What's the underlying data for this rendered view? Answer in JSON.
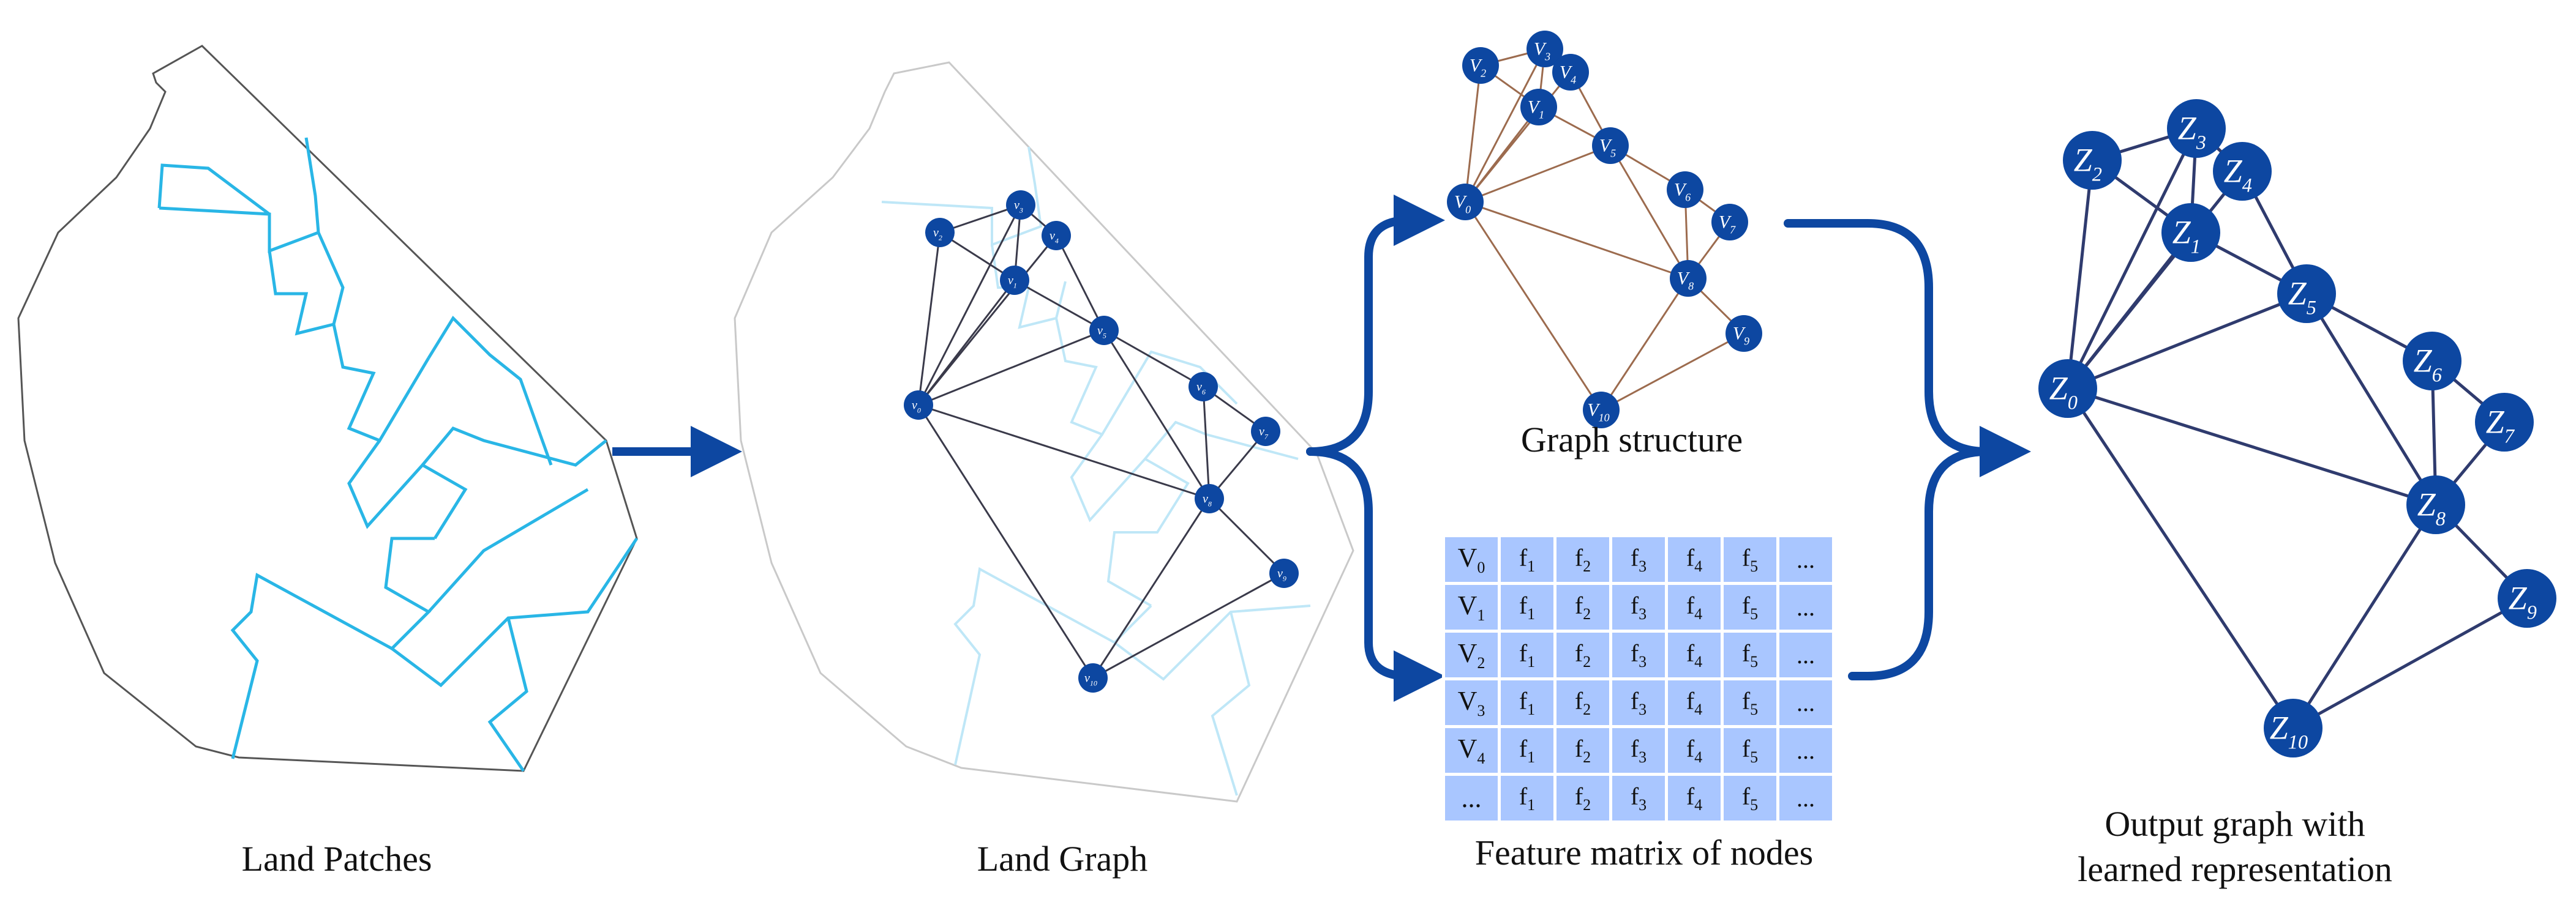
{
  "captions": {
    "land_patches": "Land Patches",
    "land_graph": "Land Graph",
    "graph_structure": "Graph structure",
    "feature_matrix": "Feature matrix of nodes",
    "output_line1": "Output graph with",
    "output_line2": "learned representation"
  },
  "colors": {
    "node": "#0d47a1",
    "arrow": "#0d47a1",
    "parcel_line": "#29b6e6",
    "outline": "#555555",
    "edge_dark": "#3a3a4a",
    "edge_brown": "#9c6b4e",
    "edge_navy": "#2f3b6e",
    "table_cell": "#a9c6ff"
  },
  "graph": {
    "nodes": [
      {
        "id": 0,
        "x": 0.0,
        "y": 0.0
      },
      {
        "id": 1,
        "x": 0.0,
        "y": 0.0
      },
      {
        "id": 2,
        "x": 0.0,
        "y": 0.0
      },
      {
        "id": 3,
        "x": 0.0,
        "y": 0.0
      },
      {
        "id": 4,
        "x": 0.0,
        "y": 0.0
      },
      {
        "id": 5,
        "x": 0.0,
        "y": 0.0
      },
      {
        "id": 6,
        "x": 0.0,
        "y": 0.0
      },
      {
        "id": 7,
        "x": 0.0,
        "y": 0.0
      },
      {
        "id": 8,
        "x": 0.0,
        "y": 0.0
      },
      {
        "id": 9,
        "x": 0.0,
        "y": 0.0
      },
      {
        "id": 10,
        "x": 0.0,
        "y": 0.0
      }
    ],
    "edges": [
      [
        0,
        2
      ],
      [
        0,
        3
      ],
      [
        0,
        1
      ],
      [
        0,
        4
      ],
      [
        0,
        5
      ],
      [
        0,
        8
      ],
      [
        0,
        10
      ],
      [
        2,
        3
      ],
      [
        2,
        1
      ],
      [
        3,
        1
      ],
      [
        3,
        4
      ],
      [
        1,
        5
      ],
      [
        4,
        5
      ],
      [
        5,
        6
      ],
      [
        5,
        8
      ],
      [
        6,
        8
      ],
      [
        6,
        7
      ],
      [
        7,
        8
      ],
      [
        8,
        9
      ],
      [
        8,
        10
      ],
      [
        9,
        10
      ]
    ],
    "small_labels": {
      "letter": "v",
      "ids": [
        "0",
        "1",
        "2",
        "3",
        "4",
        "5",
        "6",
        "7",
        "8",
        "9",
        "10"
      ]
    },
    "structure_labels": {
      "letter": "V",
      "ids": [
        "0",
        "1",
        "2",
        "3",
        "4",
        "5",
        "6",
        "7",
        "8",
        "9",
        "10"
      ]
    },
    "output_labels": {
      "letter": "Z",
      "ids": [
        "0",
        "1",
        "2",
        "3",
        "4",
        "5",
        "6",
        "7",
        "8",
        "9",
        "10"
      ]
    }
  },
  "feature_matrix": {
    "rows": [
      [
        "V0",
        "f1",
        "f2",
        "f3",
        "f4",
        "f5",
        "..."
      ],
      [
        "V1",
        "f1",
        "f2",
        "f3",
        "f4",
        "f5",
        "..."
      ],
      [
        "V2",
        "f1",
        "f2",
        "f3",
        "f4",
        "f5",
        "..."
      ],
      [
        "V3",
        "f1",
        "f2",
        "f3",
        "f4",
        "f5",
        "..."
      ],
      [
        "V4",
        "f1",
        "f2",
        "f3",
        "f4",
        "f5",
        "..."
      ],
      [
        "...",
        "f1",
        "f2",
        "f3",
        "f4",
        "f5",
        "..."
      ]
    ]
  }
}
